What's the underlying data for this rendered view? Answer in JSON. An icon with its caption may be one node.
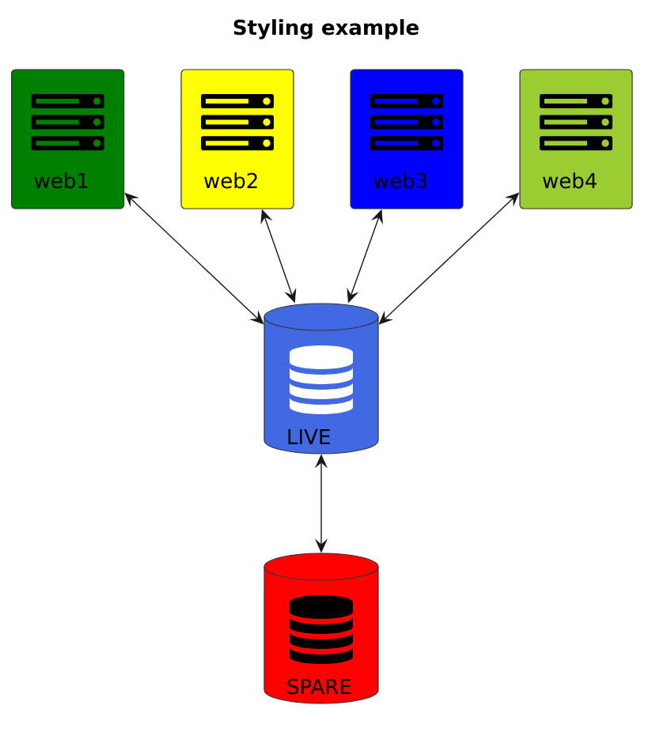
{
  "diagram": {
    "title": "Styling example",
    "nodes": [
      {
        "text": [
          "web1"
        ]
      },
      {
        "text": [
          "web2"
        ]
      },
      {
        "text": [
          "web3"
        ]
      },
      {
        "text": [
          "web4"
        ]
      },
      {
        "text": [
          "LIVE"
        ]
      },
      {
        "text": [
          "SPARE"
        ]
      }
    ],
    "edges": [
      {
        "from": 0,
        "to": 4,
        "arrow": "both"
      },
      {
        "from": 1,
        "to": 4,
        "arrow": "both"
      },
      {
        "from": 2,
        "to": 4,
        "arrow": "both"
      },
      {
        "from": 3,
        "to": 4,
        "arrow": "both"
      },
      {
        "from": 4,
        "to": 5,
        "arrow": "both"
      }
    ]
  }
}
